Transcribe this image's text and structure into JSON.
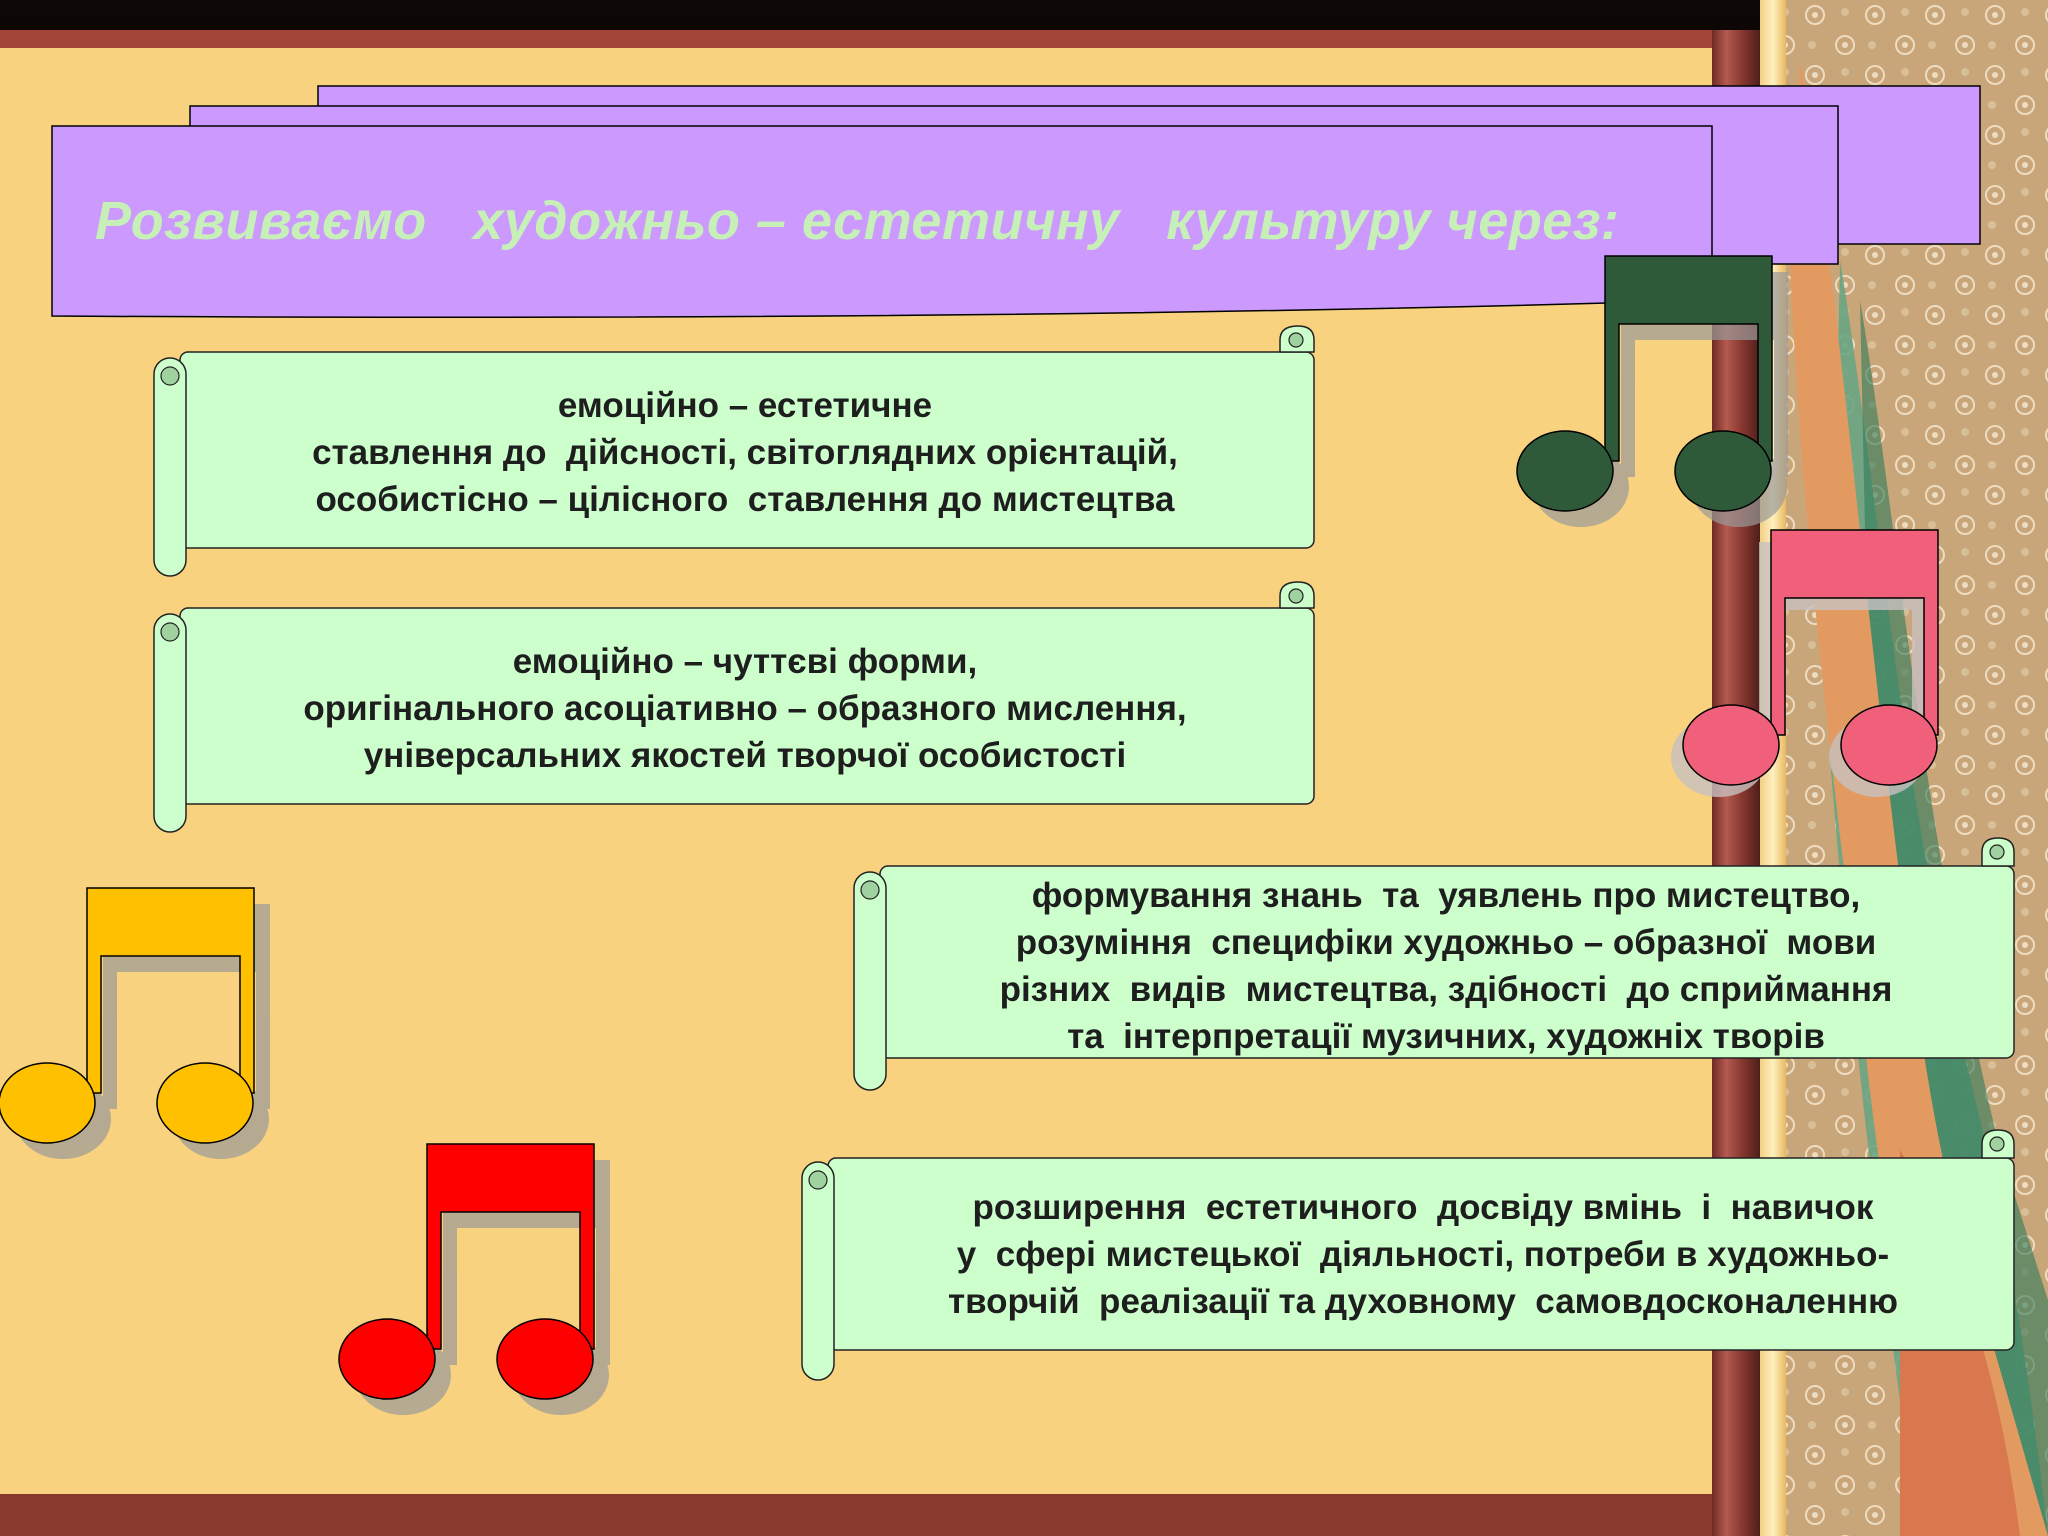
{
  "slide": {
    "title": "Розвиваємо   художньо – естетичну   культуру через:",
    "scrolls": [
      {
        "lines": [
          "емоційно – естетичне",
          "ставлення до  дійсності, світоглядних орієнтацій,",
          "особистісно – цілісного  ставлення до мистецтва"
        ]
      },
      {
        "lines": [
          "емоційно – чуттєві форми,",
          "оригінального асоціативно – образного мислення,",
          "універсальних якостей творчої особистості"
        ]
      },
      {
        "lines": [
          "формування знань  та  уявлень про мистецтво,",
          "розуміння  специфіки художньо – образної  мови",
          "різних  видів  мистецтва, здібності  до сприймання",
          "та  інтерпретації музичних, художніх творів"
        ]
      },
      {
        "lines": [
          "розширення  естетичного  досвіду вмінь  і  навичок",
          "у  сфері мистецької  діяльності, потреби в художньо-",
          "творчій  реалізації та духовному  самовдосконаленню"
        ]
      }
    ]
  },
  "colors": {
    "background": "#f8d27e",
    "title_banner": "#cc99ff",
    "title_text": "#c6f0b8",
    "scroll_fill": "#ccffcc",
    "note_dark_green": "#2f5a3a",
    "note_pink": "#f0607a",
    "note_yellow": "#ffc000",
    "note_red": "#ff0000"
  },
  "icons": [
    "music-note-icon"
  ]
}
